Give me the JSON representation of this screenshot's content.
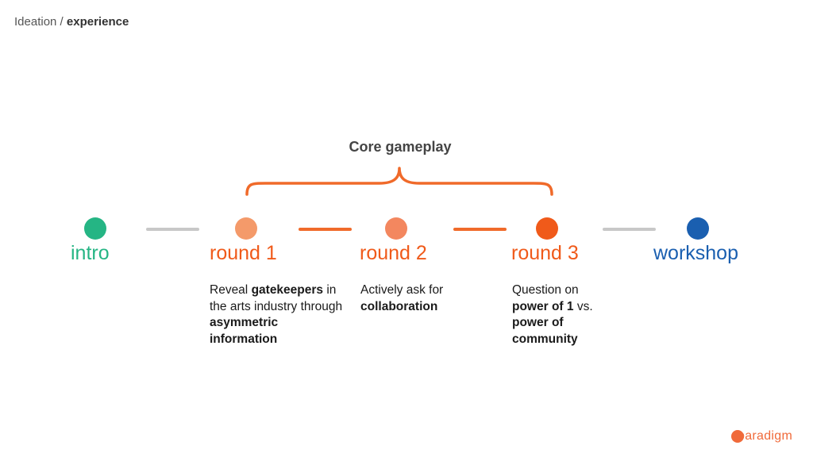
{
  "breadcrumb": {
    "section": "Ideation",
    "separator": " / ",
    "current": "experience"
  },
  "core_label": "Core gameplay",
  "colors": {
    "intro": "#25b584",
    "round1": "#f49a6a",
    "round2": "#f3875f",
    "round3": "#f05a1a",
    "workshop": "#1a5fb0",
    "grey_connector": "#c8c8c8",
    "orange_connector": "#f06a2a",
    "brace": "#f06a2a"
  },
  "stages": [
    {
      "id": "intro",
      "label": "intro"
    },
    {
      "id": "round1",
      "label": "round 1"
    },
    {
      "id": "round2",
      "label": "round 2"
    },
    {
      "id": "round3",
      "label": "round 3"
    },
    {
      "id": "workshop",
      "label": "workshop"
    }
  ],
  "descriptions": {
    "round1": [
      "Reveal ",
      "gatekeepers",
      " in the arts industry through ",
      "asymmetric information"
    ],
    "round2": [
      "Actively ask for ",
      "collaboration"
    ],
    "round3": [
      "Question on ",
      "power of 1",
      " vs. ",
      "power of community"
    ]
  },
  "logo_text": "paradigm"
}
